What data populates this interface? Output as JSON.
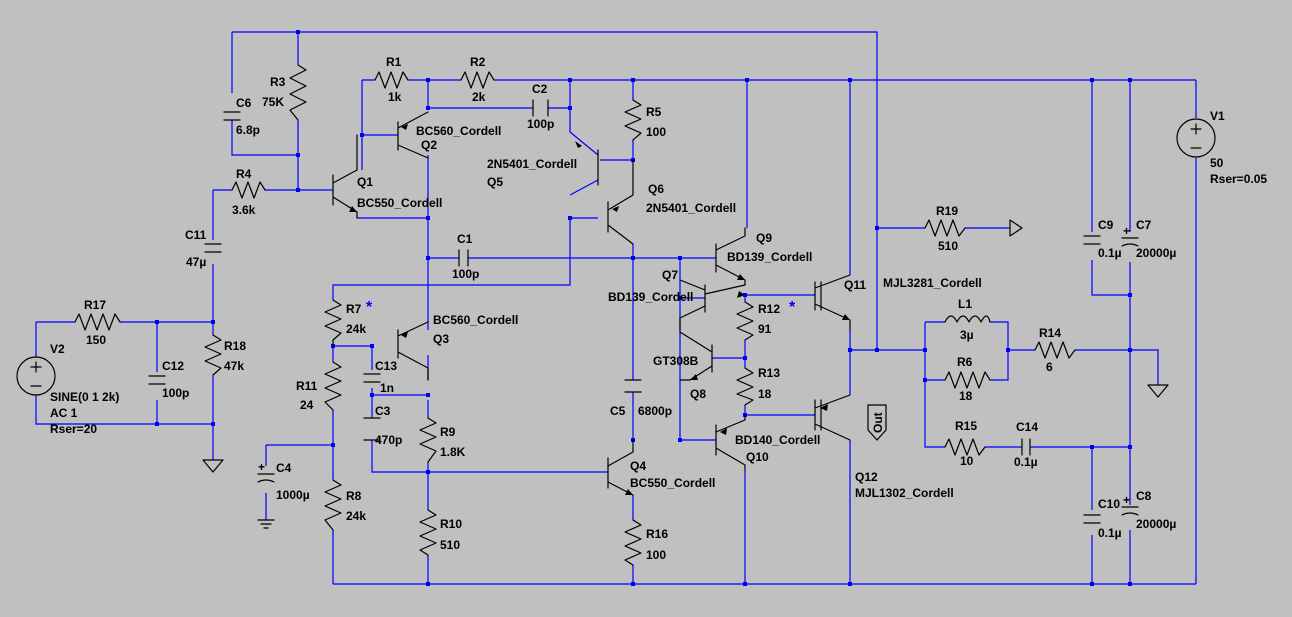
{
  "components": {
    "R1": {
      "ref": "R1",
      "value": "1k"
    },
    "R2": {
      "ref": "R2",
      "value": "2k"
    },
    "R3": {
      "ref": "R3",
      "value": "75K"
    },
    "R4": {
      "ref": "R4",
      "value": "3.6k"
    },
    "R5": {
      "ref": "R5",
      "value": "100"
    },
    "R6": {
      "ref": "R6",
      "value": "18"
    },
    "R7": {
      "ref": "R7",
      "value": "24k"
    },
    "R8": {
      "ref": "R8",
      "value": "24k"
    },
    "R9": {
      "ref": "R9",
      "value": "1.8K"
    },
    "R10": {
      "ref": "R10",
      "value": "510"
    },
    "R11": {
      "ref": "R11",
      "value": "24"
    },
    "R12": {
      "ref": "R12",
      "value": "91"
    },
    "R13": {
      "ref": "R13",
      "value": "18"
    },
    "R14": {
      "ref": "R14",
      "value": "6"
    },
    "R15": {
      "ref": "R15",
      "value": "10"
    },
    "R16": {
      "ref": "R16",
      "value": "100"
    },
    "R17": {
      "ref": "R17",
      "value": "150"
    },
    "R18": {
      "ref": "R18",
      "value": "47k"
    },
    "R19": {
      "ref": "R19",
      "value": "510"
    },
    "C1": {
      "ref": "C1",
      "value": "100p"
    },
    "C2": {
      "ref": "C2",
      "value": "100p"
    },
    "C3": {
      "ref": "C3",
      "value": "470p"
    },
    "C4": {
      "ref": "C4",
      "value": "1000µ"
    },
    "C5": {
      "ref": "C5",
      "value": "6800p"
    },
    "C6": {
      "ref": "C6",
      "value": "6.8p"
    },
    "C7": {
      "ref": "C7",
      "value": "20000µ"
    },
    "C8": {
      "ref": "C8",
      "value": "20000µ"
    },
    "C9": {
      "ref": "C9",
      "value": "0.1µ"
    },
    "C10": {
      "ref": "C10",
      "value": "0.1µ"
    },
    "C11": {
      "ref": "C11",
      "value": "47µ"
    },
    "C12": {
      "ref": "C12",
      "value": "100p"
    },
    "C13": {
      "ref": "C13",
      "value": "1n"
    },
    "C14": {
      "ref": "C14",
      "value": "0.1µ"
    },
    "L1": {
      "ref": "L1",
      "value": "3µ"
    },
    "Q1": {
      "ref": "Q1",
      "model": "BC550_Cordell"
    },
    "Q2": {
      "ref": "Q2",
      "model": "BC560_Cordell"
    },
    "Q3": {
      "ref": "Q3",
      "model": "BC560_Cordell"
    },
    "Q4": {
      "ref": "Q4",
      "model": "BC550_Cordell"
    },
    "Q5": {
      "ref": "Q5",
      "model": "2N5401_Cordell"
    },
    "Q6": {
      "ref": "Q6",
      "model": "2N5401_Cordell"
    },
    "Q7": {
      "ref": "Q7",
      "model": "BD139_Cordell"
    },
    "Q8": {
      "ref": "Q8",
      "model": "GT308B"
    },
    "Q9": {
      "ref": "Q9",
      "model": "BD139_Cordell"
    },
    "Q10": {
      "ref": "Q10",
      "model": "BD140_Cordell"
    },
    "Q11": {
      "ref": "Q11",
      "model": "MJL3281_Cordell"
    },
    "Q12": {
      "ref": "Q12",
      "model": "MJL1302_Cordell"
    },
    "V1": {
      "ref": "V1",
      "lines": [
        "50",
        "Rser=0.05"
      ]
    },
    "V2": {
      "ref": "V2",
      "lines": [
        "SINE(0 1 2k)",
        "AC 1",
        "Rser=20"
      ]
    }
  },
  "net_labels": {
    "out": "Out"
  },
  "markers": {
    "star": "*"
  },
  "colors": {
    "background": "#c0c0c0",
    "wire": "#0000ff",
    "component": "#000000",
    "marker": "#0000ff"
  }
}
